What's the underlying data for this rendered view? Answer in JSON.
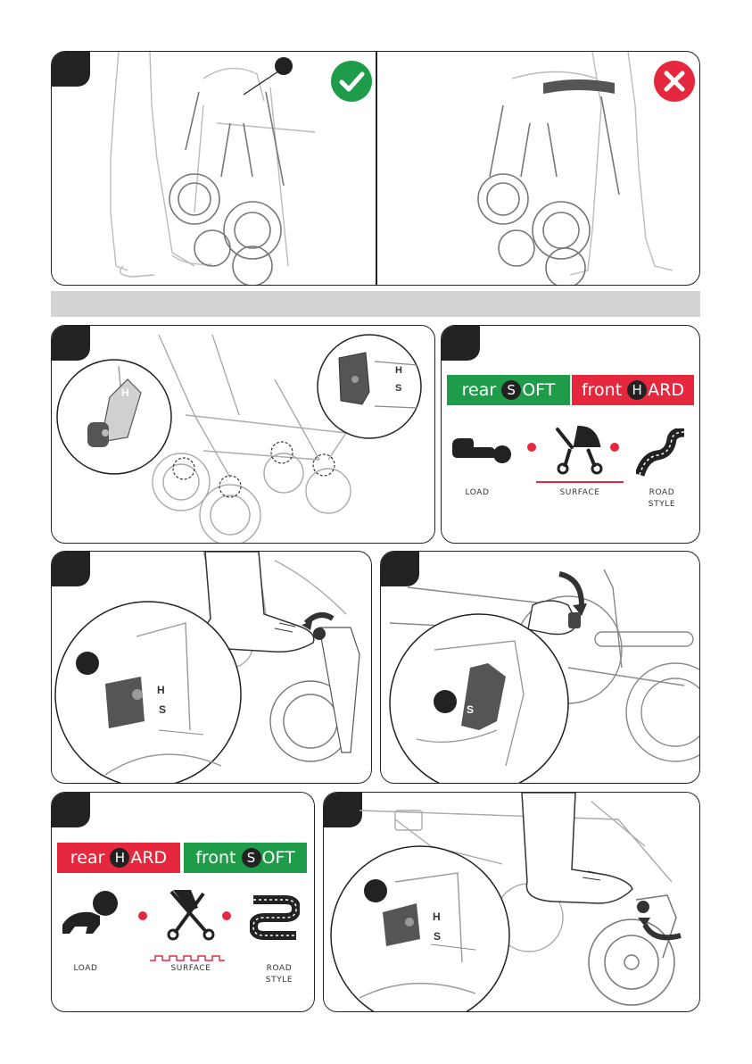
{
  "panel_2": {
    "rear": {
      "pre": "rear",
      "badge": "S",
      "post": "OFT"
    },
    "front": {
      "pre": "front",
      "badge": "H",
      "post": "ARD"
    },
    "labels": {
      "load": "LOAD",
      "surface": "SURFACE",
      "road": "ROAD",
      "style": "STYLE"
    }
  },
  "panel_5": {
    "rear": {
      "pre": "rear",
      "badge": "H",
      "post": "ARD"
    },
    "front": {
      "pre": "front",
      "badge": "S",
      "post": "OFT"
    },
    "labels": {
      "load": "LOAD",
      "surface": "SURFACE",
      "road": "ROAD",
      "style": "STYLE"
    }
  },
  "switch_marks": {
    "hard": "H",
    "soft": "S"
  },
  "status": {
    "ok_color": "#1e9c4a",
    "bad_color": "#e5283d"
  }
}
